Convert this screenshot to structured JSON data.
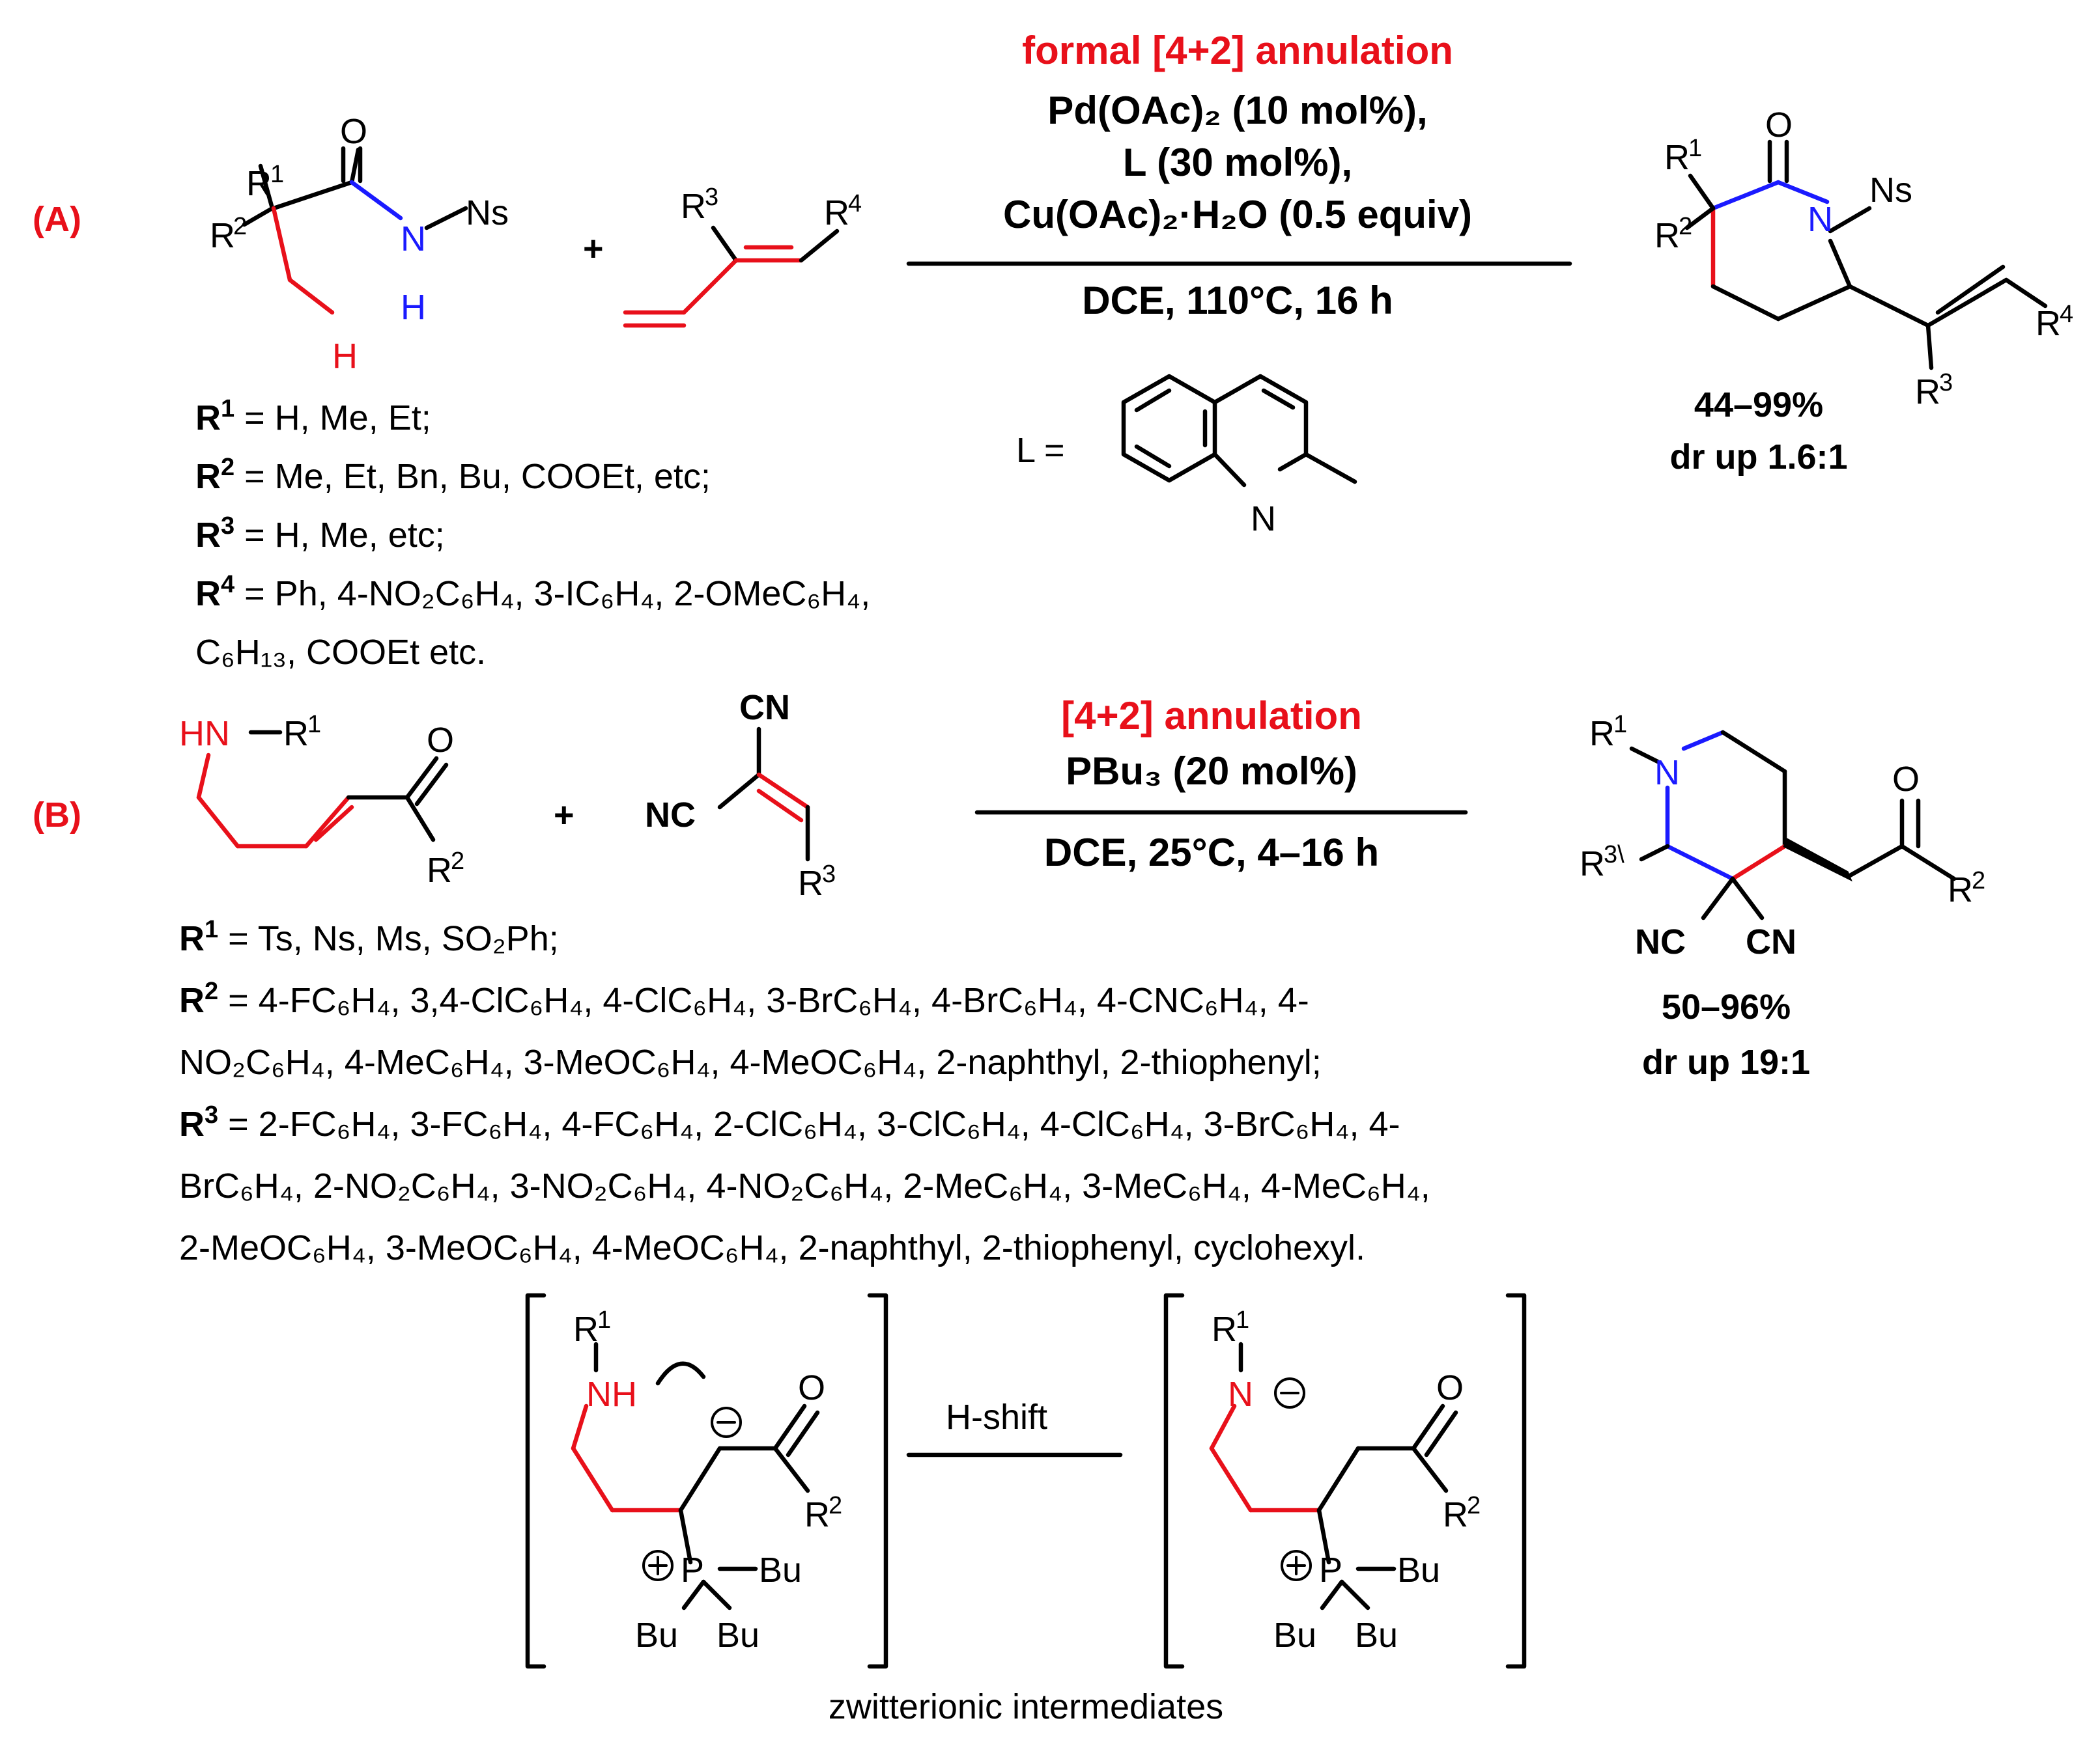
{
  "colors": {
    "black": "#000000",
    "red": "#e8101a",
    "blue": "#1a1aff"
  },
  "panel_a": {
    "label": "(A)",
    "condition_title": "formal [4+2] annulation",
    "reagent_1": "Pd(OAc)₂ (10 mol%),",
    "reagent_2": "L (30 mol%),",
    "reagent_3": "Cu(OAc)₂·H₂O (0.5 equiv)",
    "solvent": "DCE, 110°C, 16 h",
    "ligand_label": "L =",
    "yield": "44–99%",
    "dr": "dr up 1.6:1",
    "subs": [
      {
        "key": "R",
        "num": "1",
        "text": " = H, Me, Et;"
      },
      {
        "key": "R",
        "num": "2",
        "text": " = Me, Et, Bn, Bu, COOEt, etc;"
      },
      {
        "key": "R",
        "num": "3",
        "text": " = H, Me, etc;"
      },
      {
        "key": "R",
        "num": "4",
        "text": " = Ph, 4-NO₂C₆H₄, 3-IC₆H₄, 2-OMeC₆H₄,"
      }
    ],
    "subs_cont": "C₆H₁₃, COOEt etc."
  },
  "panel_b": {
    "label": "(B)",
    "condition_title": "[4+2] annulation",
    "reagent_1": "PBu₃ (20 mol%)",
    "solvent": "DCE, 25°C, 4–16 h",
    "yield": "50–96%",
    "dr": "dr up 19:1",
    "r1": " = Ts, Ns, Ms, SO₂Ph;",
    "r2_line1": " = 4-FC₆H₄, 3,4-ClC₆H₄, 4-ClC₆H₄, 3-BrC₆H₄, 4-BrC₆H₄, 4-CNC₆H₄, 4-",
    "r2_line2": "NO₂C₆H₄, 4-MeC₆H₄, 3-MeOC₆H₄, 4-MeOC₆H₄, 2-naphthyl, 2-thiophenyl;",
    "r3_line1": " = 2-FC₆H₄, 3-FC₆H₄, 4-FC₆H₄, 2-ClC₆H₄, 3-ClC₆H₄, 4-ClC₆H₄, 3-BrC₆H₄, 4-",
    "r3_line2": "BrC₆H₄, 2-NO₂C₆H₄, 3-NO₂C₆H₄, 4-NO₂C₆H₄, 2-MeC₆H₄, 3-MeC₆H₄, 4-MeC₆H₄,",
    "r3_line3": "2-MeOC₆H₄, 3-MeOC₆H₄, 4-MeOC₆H₄, 2-naphthyl, 2-thiophenyl, cyclohexyl."
  },
  "mechanism": {
    "arrow_label": "H-shift",
    "caption": "zwitterionic intermediates"
  },
  "atoms": {
    "R": "R",
    "O": "O",
    "N": "N",
    "H": "H",
    "Ns": "Ns",
    "NH": "NH",
    "HN": "HN",
    "CN": "CN",
    "NC": "NC",
    "P": "P",
    "Bu": "Bu",
    "plus": "+",
    "n1": "1",
    "n2": "2",
    "n3": "3",
    "n4": "4",
    "n3p": "3\\"
  }
}
